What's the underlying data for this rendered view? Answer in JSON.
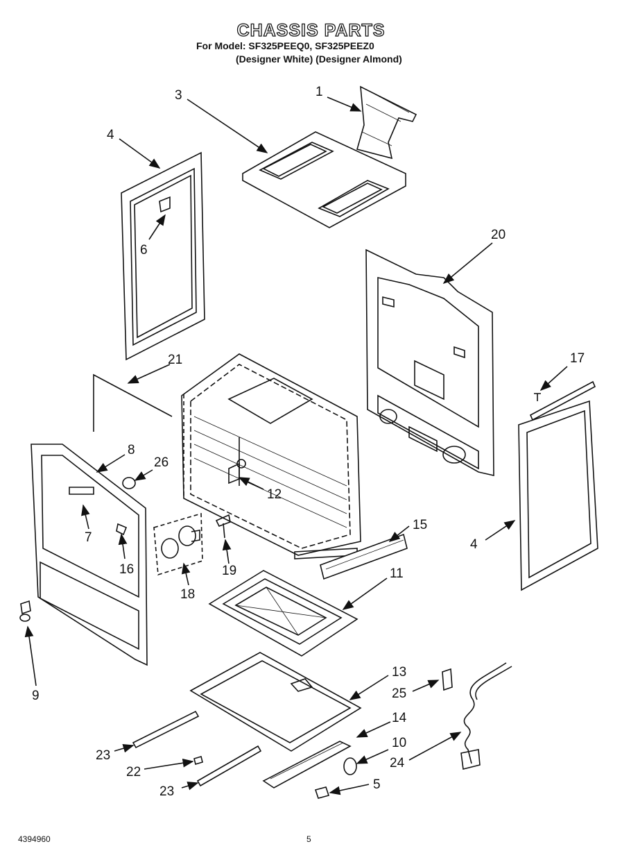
{
  "header": {
    "title": "CHASSIS PARTS",
    "model_line": "For Model: SF325PEEQ0, SF325PEEZ0",
    "variants_line": "(Designer White) (Designer Almond)"
  },
  "footer": {
    "doc_number": "4394960",
    "page_number": "5"
  },
  "callouts": [
    "1",
    "3",
    "4",
    "6",
    "20",
    "21",
    "17",
    "8",
    "26",
    "12",
    "15",
    "4",
    "7",
    "16",
    "19",
    "11",
    "18",
    "9",
    "13",
    "25",
    "14",
    "10",
    "24",
    "23",
    "22",
    "23",
    "5"
  ],
  "colors": {
    "ink": "#111111",
    "paper": "#ffffff"
  }
}
